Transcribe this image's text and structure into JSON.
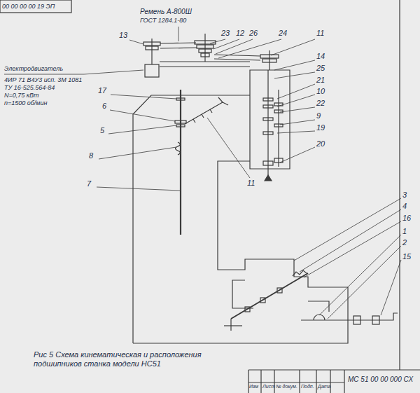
{
  "diagram": {
    "caption": "Рис 5 Схема кинематическая и расположения подшипников станка модели НС51",
    "labels": [
      "00 00 00 00 19 ЭП",
      "Ремень А-800Ш",
      "ГОСТ 1284.1-80",
      "13",
      "23",
      "12",
      "26",
      "24",
      "11",
      "14",
      "25",
      "Электродвигатель",
      "4ИР 71 В4У3 исп. 3М 1081",
      "ТУ 16-525.564-84",
      "N=0,75 кВт",
      "n=1500 об/мин",
      "17",
      "10",
      "6",
      "21",
      "22",
      "9",
      "5",
      "19",
      "8",
      "20",
      "11",
      "7",
      "3",
      "4",
      "16",
      "1",
      "2",
      "15",
      "МС 51 00 00 000 СХ",
      "Изм",
      "Лист",
      "№ докум.",
      "Подп.",
      "Дата"
    ]
  }
}
